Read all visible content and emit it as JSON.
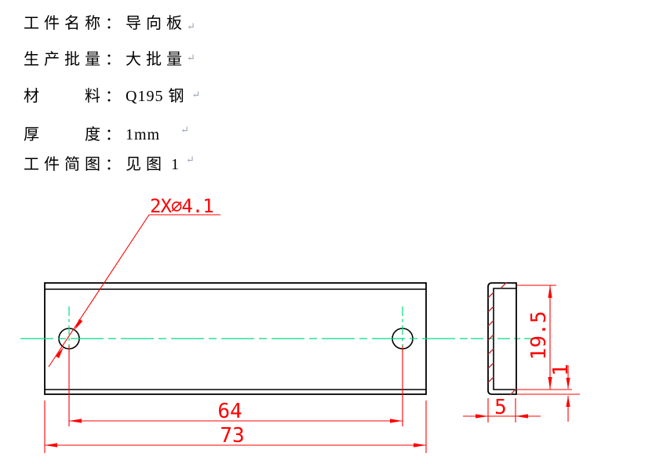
{
  "header": {
    "return_mark": "↵",
    "lines": [
      {
        "cjk": "工件名称：导向板",
        "latin": "",
        "cjk2": ""
      },
      {
        "cjk": "生产批量：大批量",
        "latin": "",
        "cjk2": ""
      },
      {
        "cjk": "材　　料：",
        "latin": "Q195 ",
        "cjk2": "钢"
      },
      {
        "cjk": "厚　　度：",
        "latin": "1mm",
        "cjk2": ""
      },
      {
        "cjk": "工件简图：见图",
        "latin": " 1",
        "cjk2": ""
      }
    ]
  },
  "drawing": {
    "hole_callout": "2X∅4.1",
    "dimensions": {
      "hole_spacing": "64",
      "overall_length": "73",
      "height": "19.5",
      "thickness": "1",
      "flange_depth": "5"
    },
    "colors": {
      "outline": "#000000",
      "dimension": "#ff0000",
      "centerline": "#00dc82",
      "hatch": "#b03030"
    }
  }
}
